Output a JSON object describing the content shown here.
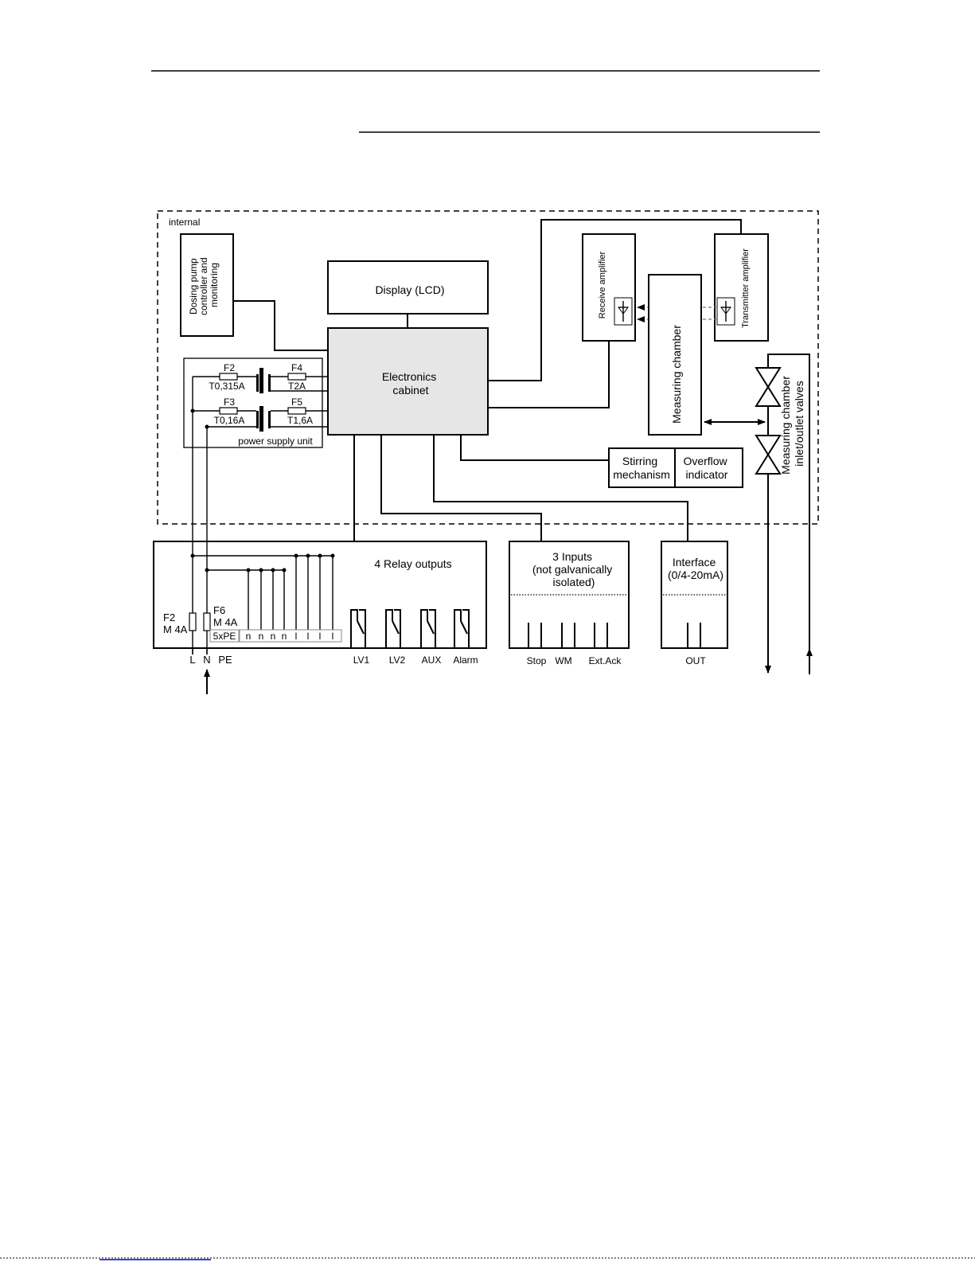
{
  "internal_label": "internal",
  "dosing_pump": [
    "Dosing pump",
    "controller and",
    "monitoring"
  ],
  "display_label": "Display (LCD)",
  "electronics_cabinet": [
    "Electronics",
    "cabinet"
  ],
  "receive_amplifier": "Receive amplifier",
  "transmitter_amplifier": "Transmitter amplifier",
  "measuring_chamber": "Measuring chamber",
  "valves_label": [
    "Measuring chamber",
    "inlet/outlet valves"
  ],
  "stirring": [
    "Stirring",
    "mechanism"
  ],
  "overflow": [
    "Overflow",
    "indicator"
  ],
  "power_supply": {
    "label": "power supply unit",
    "fuses": [
      {
        "name": "F2",
        "rating": "T0,315A"
      },
      {
        "name": "F4",
        "rating": "T2A"
      },
      {
        "name": "F3",
        "rating": "T0,16A"
      },
      {
        "name": "F5",
        "rating": "T1,6A"
      }
    ]
  },
  "relay_outputs": {
    "title": "4 Relay outputs",
    "fuse_left": [
      "F2",
      "M 4A"
    ],
    "fuse_right": [
      "F6",
      "M 4A"
    ],
    "pe_box": "5xPE",
    "terminals": [
      "n",
      "n",
      "n",
      "n",
      "l",
      "l",
      "l",
      "l"
    ],
    "supply_labels": [
      "L",
      "N",
      "PE"
    ],
    "relay_labels": [
      "LV1",
      "LV2",
      "AUX",
      "Alarm"
    ]
  },
  "inputs": {
    "title": [
      "3 Inputs",
      "(not galvanically",
      "isolated)"
    ],
    "labels": [
      "Stop",
      "WM",
      "Ext.Ack"
    ]
  },
  "interface": {
    "title": [
      "Interface",
      "(0/4-20mA)"
    ],
    "label": "OUT"
  }
}
